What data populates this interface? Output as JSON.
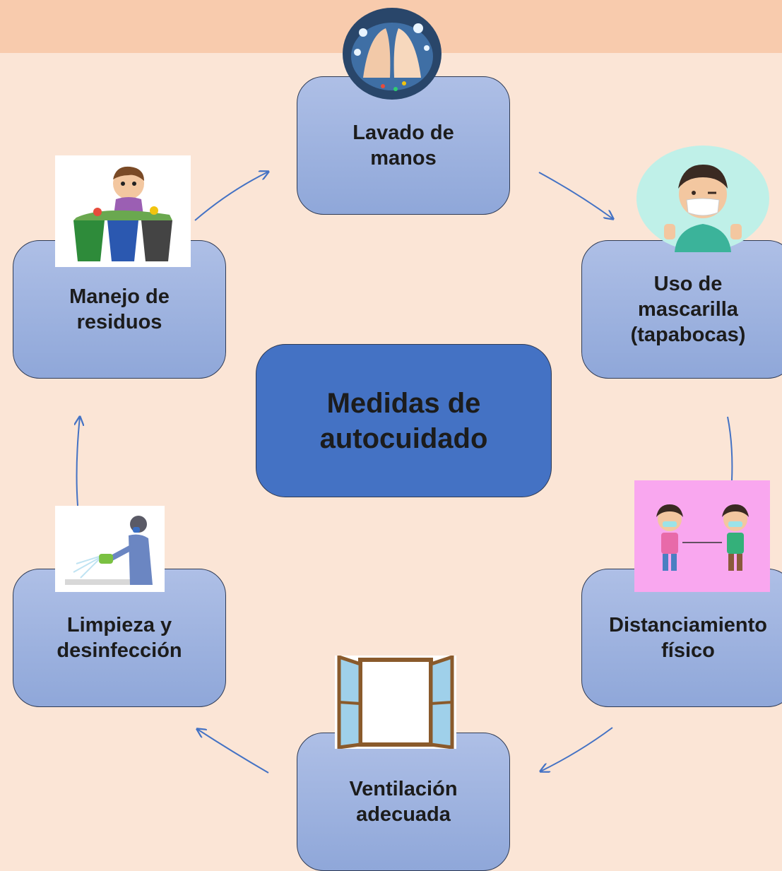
{
  "center": {
    "label": "Medidas de\nautocuidado"
  },
  "nodes": [
    {
      "label": "Lavado de\nmanos"
    },
    {
      "label": "Uso de\nmascarilla\n(tapabocas)"
    },
    {
      "label": "Distanciamiento\nfísico"
    },
    {
      "label": "Ventilación\nadecuada"
    },
    {
      "label": "Limpieza y\ndesinfección"
    },
    {
      "label": "Manejo de\nresiduos"
    }
  ],
  "colors": {
    "background": "#fbe5d6",
    "top_band": "#f8cbad",
    "node_fill": "#a4b6e2",
    "center_fill": "#4472c4",
    "arrow": "#4472c4"
  },
  "icons": [
    "handwashing-icon",
    "child-mask-thumbs-up-icon",
    "children-social-distance-icon",
    "open-window-icon",
    "spray-disinfect-icon",
    "recycling-bins-icon"
  ]
}
